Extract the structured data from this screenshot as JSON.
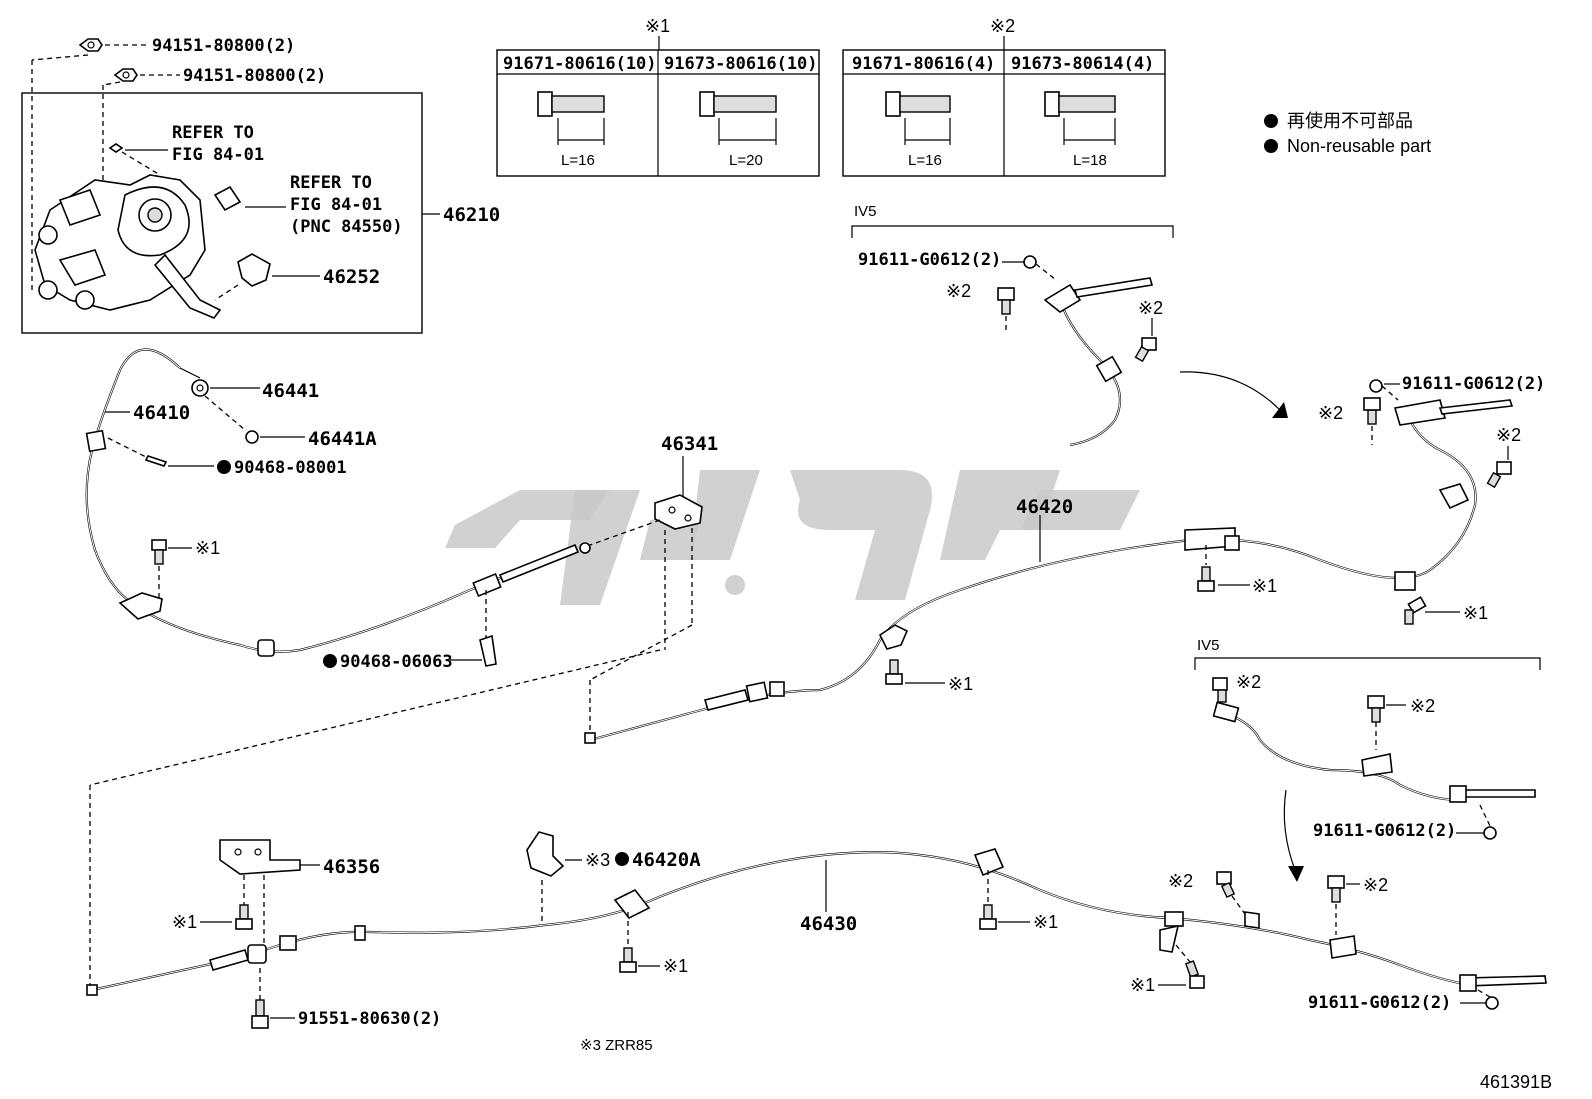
{
  "diagram": {
    "figure_id": "461391B",
    "footnote": "※3 ZRR85",
    "legend": {
      "ja": "再使用不可部品",
      "en": "Non-reusable part"
    },
    "bolt_tables": [
      {
        "mark": "※1",
        "cols": [
          {
            "part": "91671-80616(10)",
            "length": "L=16"
          },
          {
            "part": "91673-80616(10)",
            "length": "L=20"
          }
        ]
      },
      {
        "mark": "※2",
        "cols": [
          {
            "part": "91671-80616(4)",
            "length": "L=16"
          },
          {
            "part": "91673-80614(4)",
            "length": "L=18"
          }
        ]
      }
    ],
    "groups": {
      "iv5_top": "IV5",
      "iv5_bottom": "IV5"
    },
    "labels": {
      "nut_a": "94151-80800(2)",
      "nut_b": "94151-80800(2)",
      "refer1_line1": "REFER TO",
      "refer1_line2": "FIG 84-01",
      "refer2_line1": "REFER TO",
      "refer2_line2": "FIG 84-01",
      "refer2_line3": "(PNC 84550)",
      "assy": "46210",
      "p46252": "46252",
      "p46441": "46441",
      "p46441A": "46441A",
      "p46410": "46410",
      "p90468_08001": "90468-08001",
      "p46341": "46341",
      "p90468_06063": "90468-06063",
      "p46420": "46420",
      "p46356": "46356",
      "p46420A": "46420A",
      "p46430": "46430",
      "p91551": "91551-80630(2)",
      "g0612_a": "91611-G0612(2)",
      "g0612_b": "91611-G0612(2)",
      "g0612_c": "91611-G0612(2)",
      "g0612_d": "91611-G0612(2)",
      "x1": "※1",
      "x2": "※2",
      "x3": "※3"
    }
  },
  "watermark": {
    "color": "#c9c9c9"
  }
}
